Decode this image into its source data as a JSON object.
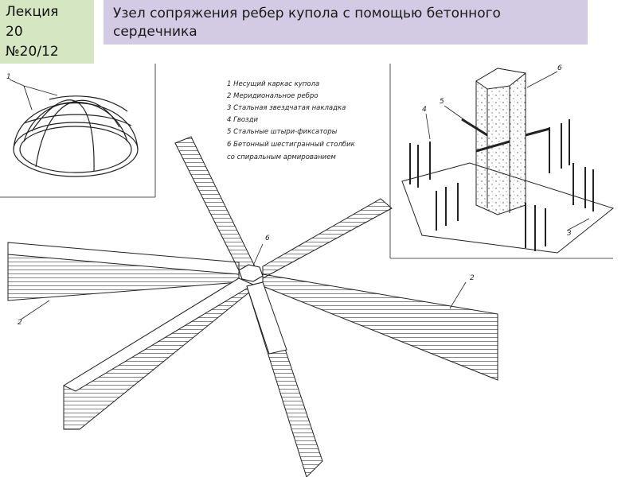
{
  "lecture": {
    "line1": "Лекция",
    "line2": "20",
    "line3": "№20/12"
  },
  "title": "Узел сопряжения ребер купола с помощью бетонного сердечника",
  "legend": [
    "1  Несущий каркас купола",
    "2  Меридиональное ребро",
    "3  Стальная звездчатая накладка",
    "4  Гвозди",
    "5  Стальные штыри-фиксаторы",
    "6  Бетонный шестигранный столбик",
    "    со спиральным армированием"
  ],
  "callouts": {
    "dome": "1",
    "rib_left": "2",
    "rib_right": "2",
    "core_center": "6",
    "core_detail": "6",
    "nails": "4",
    "pins": "5",
    "plate": "3"
  },
  "colors": {
    "lecture_bg": "#d4e7c2",
    "title_bg": "#d2cbe3",
    "line": "#222222"
  }
}
